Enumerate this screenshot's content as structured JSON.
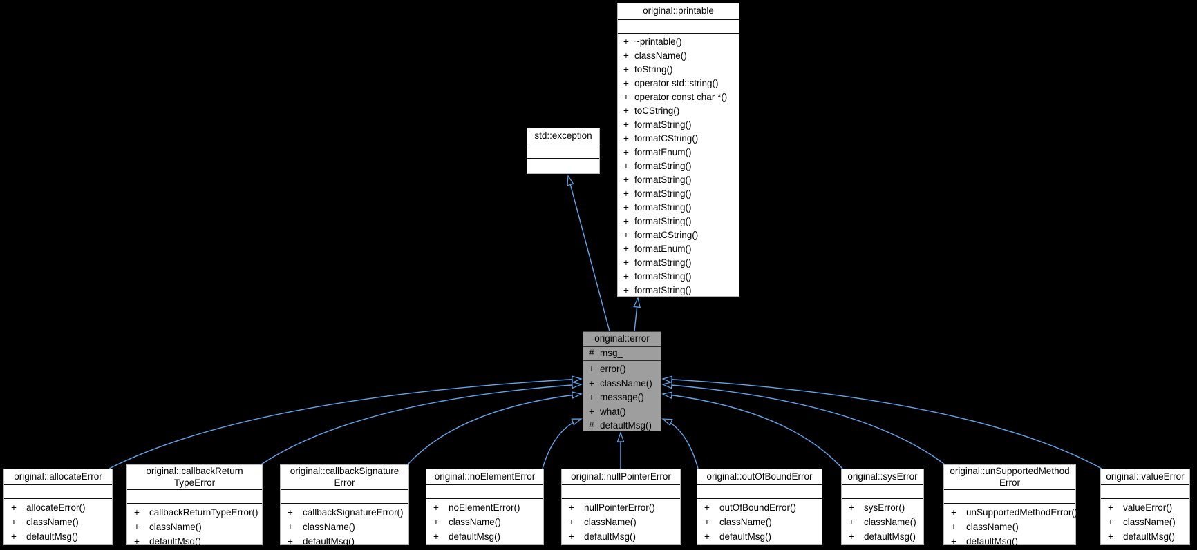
{
  "diagram": {
    "type": "uml-class-inheritance-graph",
    "focus_class": "error",
    "colors": {
      "background": "#000000",
      "node_fill": "#ffffff",
      "node_border": "#b9b9b9",
      "separator": "#101010",
      "focus_fill": "#9e9e9e",
      "focus_border": "#3f3f3f",
      "edge": "#60a7ee",
      "text": "#000000"
    },
    "classes": [
      {
        "id": "printable",
        "title": "original::printable",
        "attributes": [],
        "methods": [
          {
            "v": "+",
            "n": "~printable()"
          },
          {
            "v": "+",
            "n": "className()"
          },
          {
            "v": "+",
            "n": "toString()"
          },
          {
            "v": "+",
            "n": "operator std::string()"
          },
          {
            "v": "+",
            "n": "operator const char *()"
          },
          {
            "v": "+",
            "n": "toCString()"
          },
          {
            "v": "+",
            "n": "formatString()"
          },
          {
            "v": "+",
            "n": "formatCString()"
          },
          {
            "v": "+",
            "n": "formatEnum()"
          },
          {
            "v": "+",
            "n": "formatString()"
          },
          {
            "v": "+",
            "n": "formatString()"
          },
          {
            "v": "+",
            "n": "formatString()"
          },
          {
            "v": "+",
            "n": "formatString()"
          },
          {
            "v": "+",
            "n": "formatString()"
          },
          {
            "v": "+",
            "n": "formatCString()"
          },
          {
            "v": "+",
            "n": "formatEnum()"
          },
          {
            "v": "+",
            "n": "formatString()"
          },
          {
            "v": "+",
            "n": "formatString()"
          },
          {
            "v": "+",
            "n": "formatString()"
          }
        ]
      },
      {
        "id": "std-exception",
        "title": "std::exception",
        "attributes": [],
        "methods": []
      },
      {
        "id": "error",
        "title": "original::error",
        "attributes": [
          {
            "v": "#",
            "n": "msg_"
          }
        ],
        "methods": [
          {
            "v": "+",
            "n": "error()"
          },
          {
            "v": "+",
            "n": "className()"
          },
          {
            "v": "+",
            "n": "message()"
          },
          {
            "v": "+",
            "n": "what()"
          },
          {
            "v": "#",
            "n": "defaultMsg()"
          }
        ]
      },
      {
        "id": "allocate-error",
        "title": "original::allocateError",
        "attributes": [],
        "methods": [
          {
            "v": "+",
            "n": "allocateError()"
          },
          {
            "v": "+",
            "n": "className()"
          },
          {
            "v": "+",
            "n": "defaultMsg()"
          }
        ]
      },
      {
        "id": "callback-return-type-error",
        "title": "original::callbackReturn\nTypeError",
        "attributes": [],
        "methods": [
          {
            "v": "+",
            "n": "callbackReturnTypeError()"
          },
          {
            "v": "+",
            "n": "className()"
          },
          {
            "v": "+",
            "n": "defaultMsg()"
          }
        ]
      },
      {
        "id": "callback-signature-error",
        "title": "original::callbackSignature\nError",
        "attributes": [],
        "methods": [
          {
            "v": "+",
            "n": "callbackSignatureError()"
          },
          {
            "v": "+",
            "n": "className()"
          },
          {
            "v": "+",
            "n": "defaultMsg()"
          }
        ]
      },
      {
        "id": "no-element-error",
        "title": "original::noElementError",
        "attributes": [],
        "methods": [
          {
            "v": "+",
            "n": "noElementError()"
          },
          {
            "v": "+",
            "n": "className()"
          },
          {
            "v": "+",
            "n": "defaultMsg()"
          }
        ]
      },
      {
        "id": "null-pointer-error",
        "title": "original::nullPointerError",
        "attributes": [],
        "methods": [
          {
            "v": "+",
            "n": "nullPointerError()"
          },
          {
            "v": "+",
            "n": "className()"
          },
          {
            "v": "+",
            "n": "defaultMsg()"
          }
        ]
      },
      {
        "id": "out-of-bound-error",
        "title": "original::outOfBoundError",
        "attributes": [],
        "methods": [
          {
            "v": "+",
            "n": "outOfBoundError()"
          },
          {
            "v": "+",
            "n": "className()"
          },
          {
            "v": "+",
            "n": "defaultMsg()"
          }
        ]
      },
      {
        "id": "sys-error",
        "title": "original::sysError",
        "attributes": [],
        "methods": [
          {
            "v": "+",
            "n": "sysError()"
          },
          {
            "v": "+",
            "n": "className()"
          },
          {
            "v": "+",
            "n": "defaultMsg()"
          }
        ]
      },
      {
        "id": "un-supported-method-error",
        "title": "original::unSupportedMethod\nError",
        "attributes": [],
        "methods": [
          {
            "v": "+",
            "n": "unSupportedMethodError()"
          },
          {
            "v": "+",
            "n": "className()"
          },
          {
            "v": "+",
            "n": "defaultMsg()"
          }
        ]
      },
      {
        "id": "value-error",
        "title": "original::valueError",
        "attributes": [],
        "methods": [
          {
            "v": "+",
            "n": "valueError()"
          },
          {
            "v": "+",
            "n": "className()"
          },
          {
            "v": "+",
            "n": "defaultMsg()"
          }
        ]
      }
    ],
    "edges": [
      {
        "from": "error",
        "to": "std-exception",
        "relation": "public-inheritance"
      },
      {
        "from": "error",
        "to": "printable",
        "relation": "public-inheritance"
      },
      {
        "from": "allocate-error",
        "to": "error",
        "relation": "public-inheritance"
      },
      {
        "from": "callback-return-type-error",
        "to": "error",
        "relation": "public-inheritance"
      },
      {
        "from": "callback-signature-error",
        "to": "error",
        "relation": "public-inheritance"
      },
      {
        "from": "no-element-error",
        "to": "error",
        "relation": "public-inheritance"
      },
      {
        "from": "null-pointer-error",
        "to": "error",
        "relation": "public-inheritance"
      },
      {
        "from": "out-of-bound-error",
        "to": "error",
        "relation": "public-inheritance"
      },
      {
        "from": "sys-error",
        "to": "error",
        "relation": "public-inheritance"
      },
      {
        "from": "un-supported-method-error",
        "to": "error",
        "relation": "public-inheritance"
      },
      {
        "from": "value-error",
        "to": "error",
        "relation": "public-inheritance"
      }
    ]
  }
}
